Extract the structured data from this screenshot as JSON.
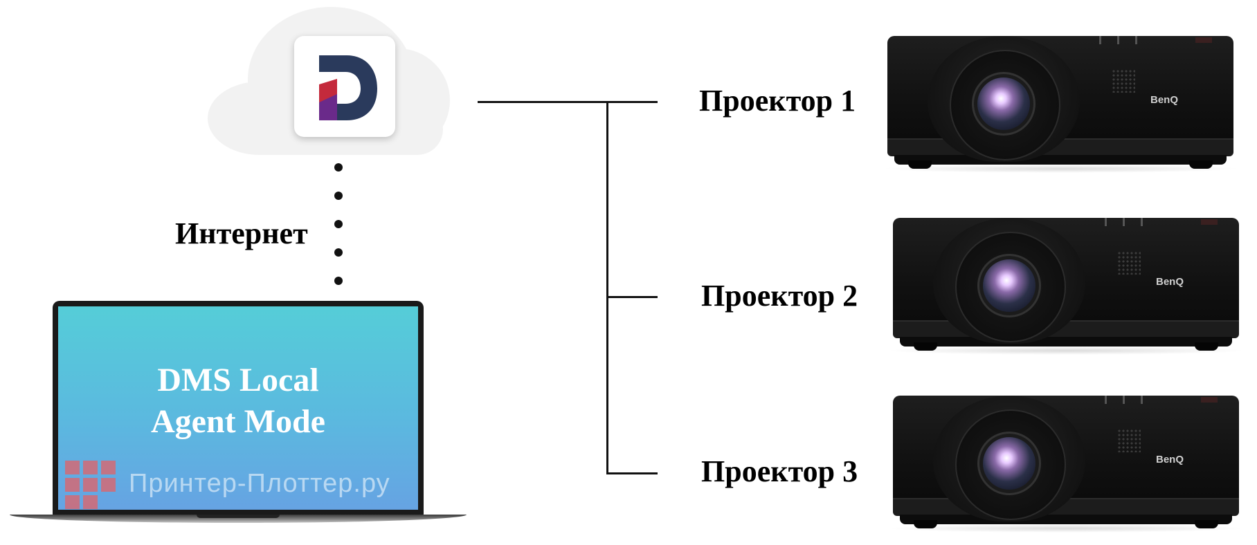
{
  "cloud": {
    "icon": "dms-logo-icon"
  },
  "internet": {
    "label": "Интернет"
  },
  "laptop": {
    "screen_line1": "DMS Local",
    "screen_line2": "Agent Mode",
    "watermark": "Принтер-Плоттер.ру"
  },
  "projectors": [
    {
      "label": "Проектор 1",
      "brand": "BenQ"
    },
    {
      "label": "Проектор 2",
      "brand": "BenQ"
    },
    {
      "label": "Проектор 3",
      "brand": "BenQ"
    }
  ],
  "colors": {
    "screen_top": "#55cdd8",
    "screen_bottom": "#66a3e3",
    "logo_navy": "#2a3a5c",
    "logo_red": "#c42a3c",
    "logo_purple": "#6a2a8a"
  }
}
